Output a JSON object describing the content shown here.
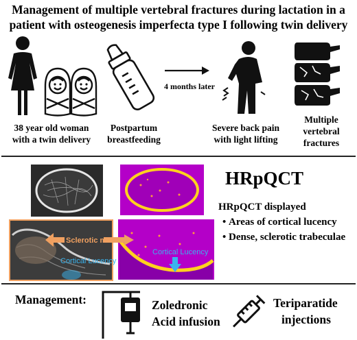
{
  "header": {
    "title_line1": "Management of multiple vertebral fractures during lactation in a",
    "title_line2": "patient with osteogenesis imperfecta type I following twin delivery"
  },
  "timeline": {
    "woman_line1": "38 year old woman",
    "woman_line2": "with a twin delivery",
    "postpartum_line1": "Postpartum",
    "postpartum_line2": "breastfeeding",
    "arrow_label": "4 months later",
    "pain_line1": "Severe back pain",
    "pain_line2": "with light lifting",
    "fracture_line1": "Multiple",
    "fracture_line2": "vertebral",
    "fracture_line3": "fractures"
  },
  "hrpqct": {
    "heading": "HRpQCT",
    "displayed_label": "HRpQCT displayed",
    "bullets": [
      "Areas of cortical lucency",
      "Dense, sclerotic trabeculae"
    ],
    "sclerotic_mass_label": "Sclerotic mass",
    "cortical_lucency_label_left": "Cortical Lucency",
    "cortical_lucency_label_right": "Cortical Lucency"
  },
  "management": {
    "heading": "Management:",
    "drug1_line1": "Zoledronic",
    "drug1_line2": "Acid infusion",
    "drug2_line1": "Teriparatide",
    "drug2_line2": "injections"
  },
  "colors": {
    "scan_magenta": "#b400c8",
    "scan_yellow": "#ffd21e",
    "arrow_orange": "#f0a060",
    "lucency_blue": "#3ab4ee"
  }
}
